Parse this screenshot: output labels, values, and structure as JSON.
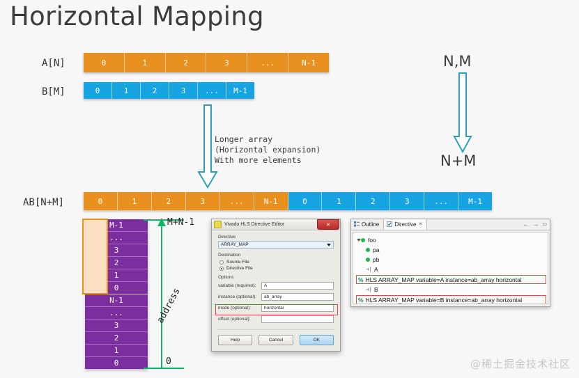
{
  "slide": {
    "title": "Horizontal Mapping",
    "watermark": "@稀土掘金技术社区"
  },
  "colors": {
    "orange": "#e8911f",
    "blue": "#18a3e2",
    "purple": "#7b2f9e",
    "green_axis": "#17b26a",
    "teal_arrow": "#2e9fb8",
    "highlight_red": "#e04b42",
    "overlay_fill": "#fde0c4"
  },
  "arrays": {
    "a": {
      "label": "A[N]",
      "cells": [
        "0",
        "1",
        "2",
        "3",
        "...",
        "N-1"
      ],
      "color": "orange"
    },
    "b": {
      "label": "B[M]",
      "cells": [
        "0",
        "1",
        "2",
        "3",
        "...",
        "M-1"
      ],
      "color": "blue"
    },
    "ab": {
      "label": "AB[N+M]",
      "a_cells": [
        "0",
        "1",
        "2",
        "3",
        "...",
        "N-1"
      ],
      "b_cells": [
        "0",
        "1",
        "2",
        "3",
        "...",
        "M-1"
      ]
    }
  },
  "annotations": {
    "note": "Longer array\n(Horizontal expansion)\nWith more elements",
    "dim_top": "N,M",
    "dim_bottom": "N+M",
    "arrow_middle": "down-arrow-icon",
    "arrow_right": "down-arrow-icon"
  },
  "memory": {
    "upper_cells": [
      "M-1",
      "...",
      "3",
      "2",
      "1",
      "0"
    ],
    "lower_cells": [
      "N-1",
      "...",
      "3",
      "2",
      "1",
      "0"
    ],
    "axis_top_label": "M+N-1",
    "axis_bottom_label": "0",
    "axis_name": "address"
  },
  "dialog": {
    "title": "Vivado HLS Directive Editor",
    "close_label": "✕",
    "directive_label": "Directive",
    "directive_value": "ARRAY_MAP",
    "destination_label": "Destination",
    "dest_source_file": "Source File",
    "dest_directive_file": "Directive File",
    "options_label": "Options",
    "fields": [
      {
        "name": "variable (required):",
        "value": "A",
        "type": "text"
      },
      {
        "name": "instance (optional):",
        "value": "ab_array",
        "type": "text"
      },
      {
        "name": "mode (optional):",
        "value": "horizontal",
        "type": "combo"
      },
      {
        "name": "offset (optional):",
        "value": "",
        "type": "text"
      }
    ],
    "buttons": {
      "help": "Help",
      "cancel": "Cancel",
      "ok": "OK"
    }
  },
  "panel": {
    "tabs": [
      {
        "label": "Outline",
        "icon": "outline-icon",
        "active": false
      },
      {
        "label": "Directive",
        "icon": "directive-icon",
        "active": true
      }
    ],
    "tab_close": "✕",
    "nav_back": "←",
    "nav_forward": "→",
    "nav_minimize": "▭",
    "tree": [
      {
        "kind": "root",
        "label": "foo",
        "indent": 0
      },
      {
        "kind": "port",
        "label": "pa",
        "indent": 1
      },
      {
        "kind": "port",
        "label": "pb",
        "indent": 1
      },
      {
        "kind": "array",
        "label": "A",
        "indent": 1
      },
      {
        "kind": "directive",
        "label": "% HLS ARRAY_MAP variable=A instance=ab_array horizontal",
        "indent": 1
      },
      {
        "kind": "array",
        "label": "B",
        "indent": 1
      },
      {
        "kind": "directive",
        "label": "% HLS ARRAY_MAP variable=B instance=ab_array horizontal",
        "indent": 1
      }
    ]
  }
}
